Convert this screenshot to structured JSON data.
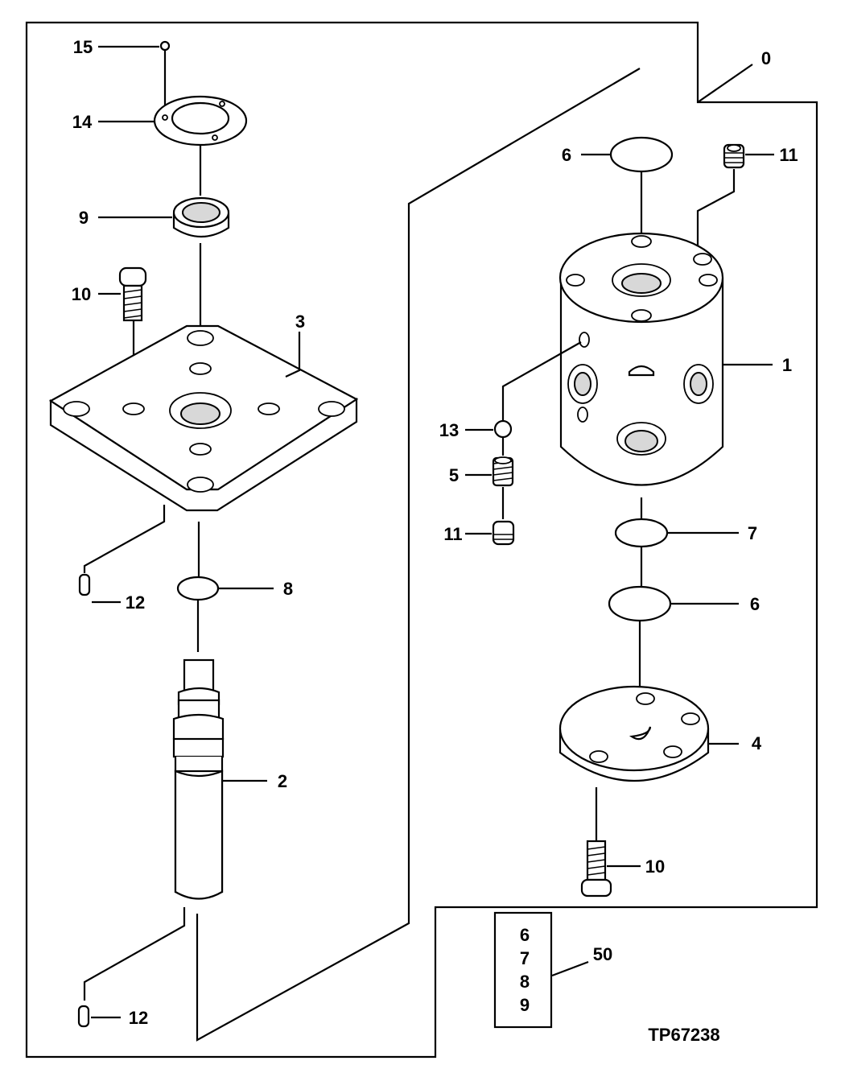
{
  "diagram": {
    "figure_code": "TP67238",
    "callouts": {
      "c0": "0",
      "c1": "1",
      "c2": "2",
      "c3": "3",
      "c4": "4",
      "c5": "5",
      "c6a": "6",
      "c6b": "6",
      "c7": "7",
      "c8": "8",
      "c9": "9",
      "c10a": "10",
      "c10b": "10",
      "c11a": "11",
      "c11b": "11",
      "c12a": "12",
      "c12b": "12",
      "c13": "13",
      "c14": "14",
      "c15": "15",
      "c50": "50"
    },
    "kit_box": {
      "items": [
        "6",
        "7",
        "8",
        "9"
      ]
    }
  }
}
